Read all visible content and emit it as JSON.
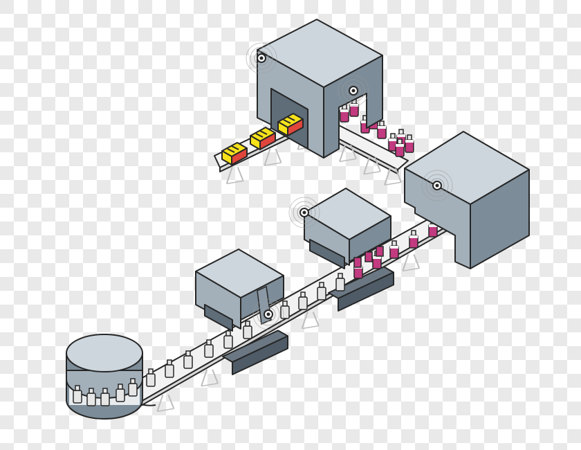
{
  "scene": {
    "checker_light": "#ffffff",
    "checker_dark": "#e9e9e9",
    "stroke": "#262626",
    "machine_top": "#cdd6dd",
    "machine_front": "#a3b0ba",
    "machine_side": "#7c8c98",
    "belt": "#f2f2f2",
    "leg": "#bdbdbd",
    "bottle_empty": "#e6e6e6",
    "bottle_filled": "#c23a7f",
    "box_yellow": "#f7e21a",
    "box_red": "#e0463b",
    "shadow": "#4f5c68",
    "sensor_ring": "#9a9a9a"
  },
  "elements": {
    "turntable": {
      "name": "bottle-unscrambler-turntable"
    },
    "lower_belt": {
      "name": "lower-conveyor-belt"
    },
    "labeler": {
      "name": "labeling-machine"
    },
    "filler": {
      "name": "filling-machine"
    },
    "capper": {
      "name": "capping-machine"
    },
    "mid_belt": {
      "name": "transfer-conveyor-belt"
    },
    "packer": {
      "name": "case-packing-machine"
    },
    "upper_belt": {
      "name": "outfeed-conveyor-belt"
    },
    "sensors": {
      "name": "wireless-sensor-icon",
      "count": 5
    },
    "boxes": {
      "name": "packed-case",
      "count": 3
    },
    "empty_bottles": {
      "name": "empty-bottle"
    },
    "filled_bottles": {
      "name": "filled-bottle"
    }
  }
}
